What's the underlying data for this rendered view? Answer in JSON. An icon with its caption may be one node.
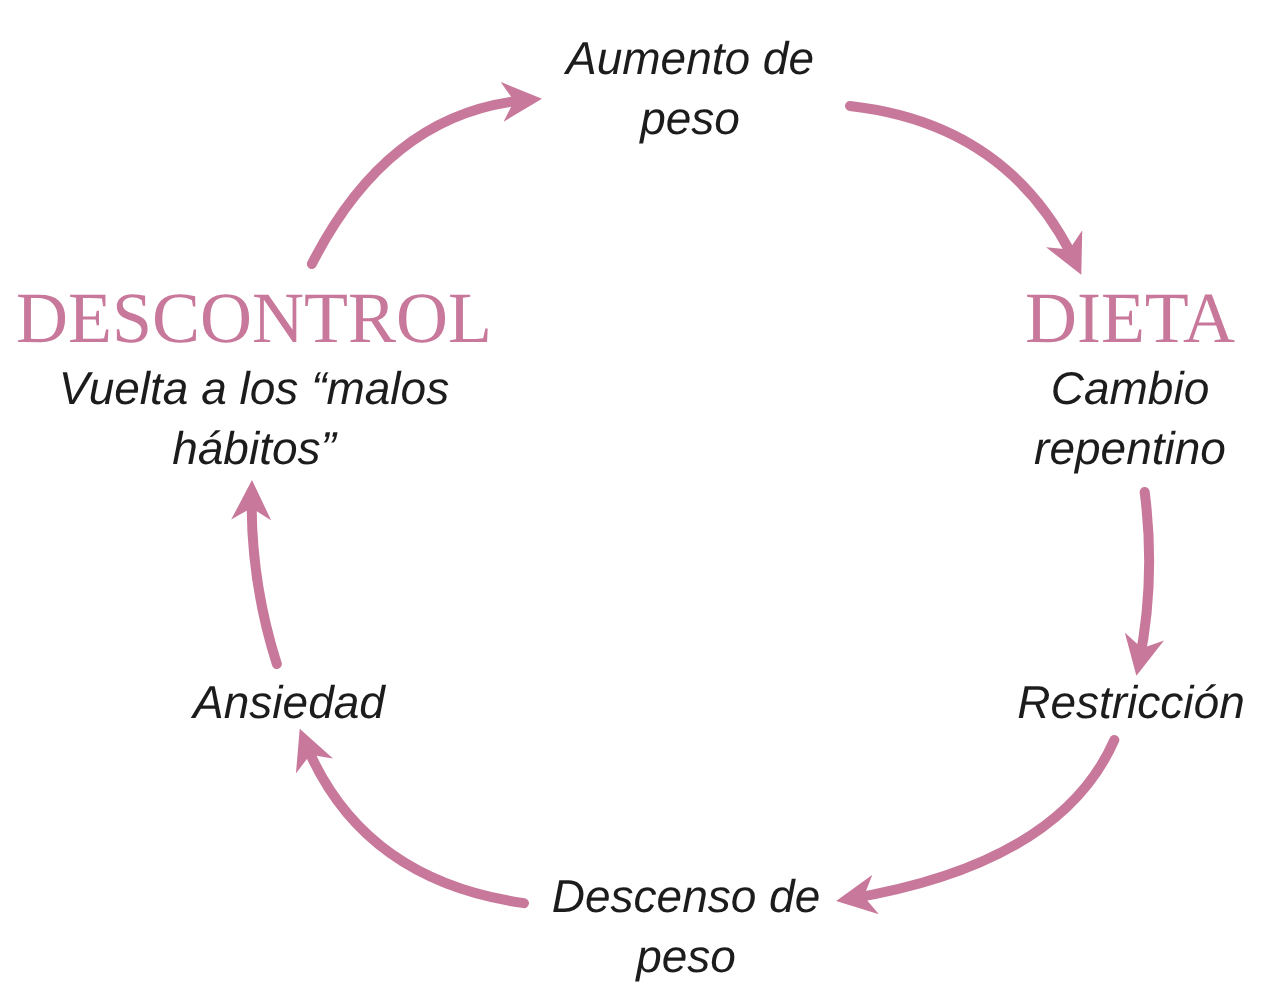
{
  "diagram": {
    "nodes": [
      {
        "text": [
          "Aumento de peso"
        ]
      },
      {
        "text": [
          "DIETA",
          "Cambio repentino"
        ]
      },
      {
        "text": [
          "Restricción"
        ]
      },
      {
        "text": [
          "Descenso de peso"
        ]
      },
      {
        "text": [
          "Ansiedad"
        ]
      },
      {
        "text": [
          "DESCONTROL",
          "Vuelta a los “malos hábitos”"
        ]
      }
    ],
    "edges": [
      {
        "from": 0,
        "to": 1,
        "arrow": "to"
      },
      {
        "from": 1,
        "to": 2,
        "arrow": "to"
      },
      {
        "from": 2,
        "to": 3,
        "arrow": "to"
      },
      {
        "from": 3,
        "to": 4,
        "arrow": "to"
      },
      {
        "from": 4,
        "to": 5,
        "arrow": "to"
      },
      {
        "from": 5,
        "to": 0,
        "arrow": "to"
      }
    ]
  }
}
